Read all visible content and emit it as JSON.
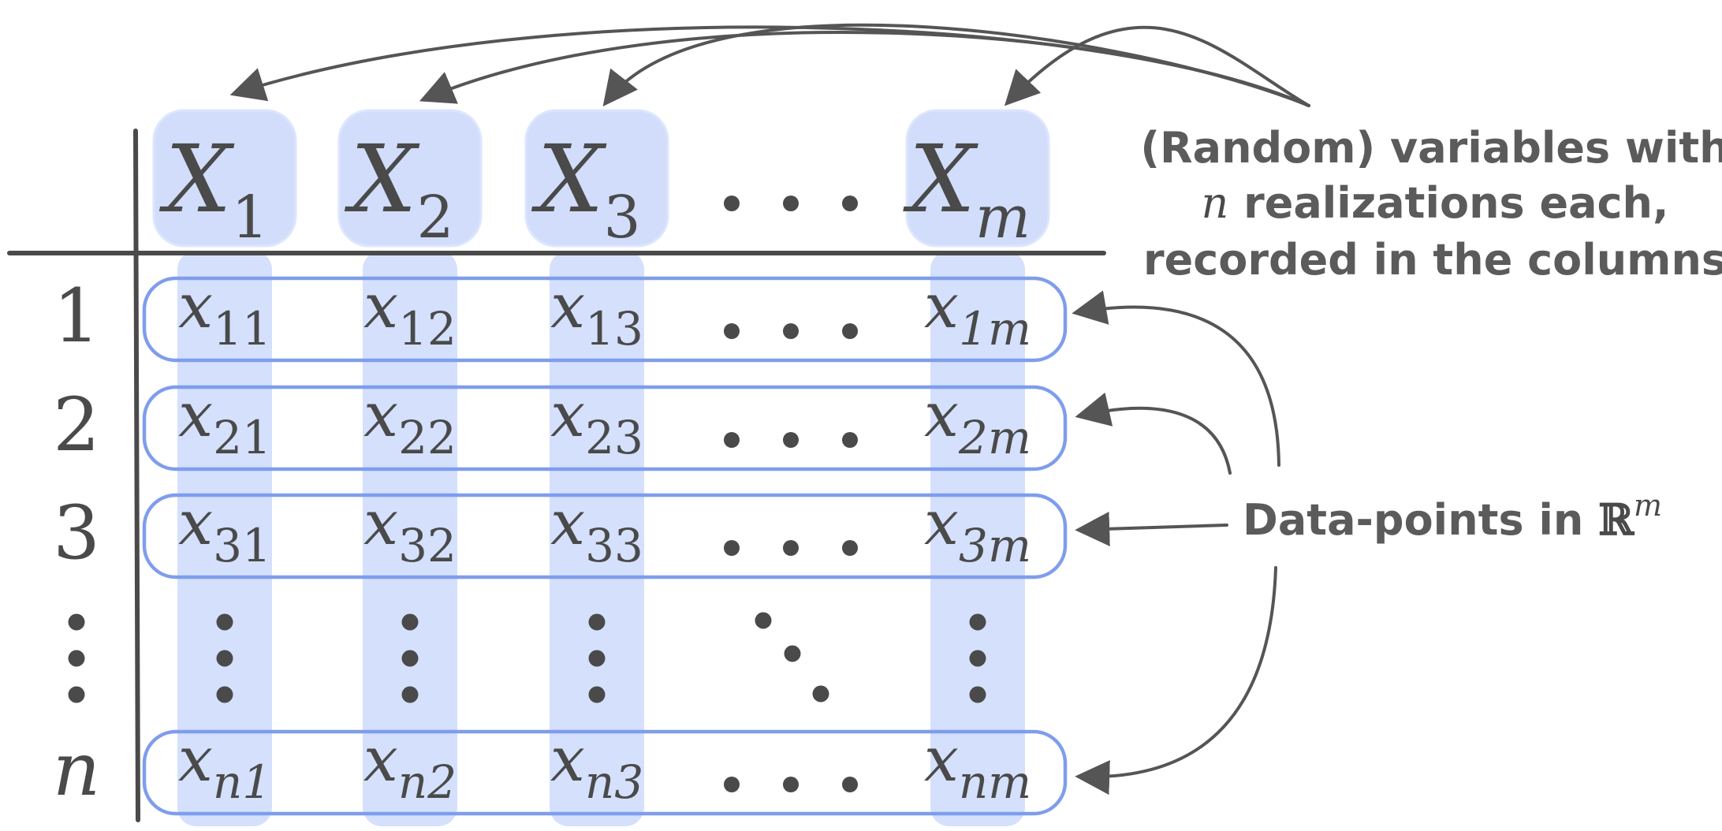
{
  "colors": {
    "column_fill": "#c5d6fb",
    "header_fill": "#c9d8fb",
    "row_outline": "#7f9dec",
    "ink": "#4a4a4a",
    "arrow": "#555555"
  },
  "headers": [
    {
      "base": "X",
      "sub": "1"
    },
    {
      "base": "X",
      "sub": "2"
    },
    {
      "base": "X",
      "sub": "3"
    },
    {
      "base": "",
      "sub": "",
      "dots": "hdots"
    },
    {
      "base": "X",
      "sub": "m"
    }
  ],
  "row_labels": [
    "1",
    "2",
    "3",
    "⋮",
    "n"
  ],
  "rows": [
    [
      {
        "base": "x",
        "sub": "11"
      },
      {
        "base": "x",
        "sub": "12"
      },
      {
        "base": "x",
        "sub": "13"
      },
      {
        "dots": "hdots"
      },
      {
        "base": "x",
        "sub": "1m"
      }
    ],
    [
      {
        "base": "x",
        "sub": "21"
      },
      {
        "base": "x",
        "sub": "22"
      },
      {
        "base": "x",
        "sub": "23"
      },
      {
        "dots": "hdots"
      },
      {
        "base": "x",
        "sub": "2m"
      }
    ],
    [
      {
        "base": "x",
        "sub": "31"
      },
      {
        "base": "x",
        "sub": "32"
      },
      {
        "base": "x",
        "sub": "33"
      },
      {
        "dots": "hdots"
      },
      {
        "base": "x",
        "sub": "3m"
      }
    ],
    [
      {
        "dots": "vdots"
      },
      {
        "dots": "vdots"
      },
      {
        "dots": "vdots"
      },
      {
        "dots": "ddots"
      },
      {
        "dots": "vdots"
      }
    ],
    [
      {
        "base": "x",
        "sub": "n1"
      },
      {
        "base": "x",
        "sub": "n2"
      },
      {
        "base": "x",
        "sub": "n3"
      },
      {
        "dots": "hdots"
      },
      {
        "base": "x",
        "sub": "nm"
      }
    ]
  ],
  "annotations": {
    "variables": {
      "line1": "(Random) variables with",
      "line2_var": "n",
      "line2_rest": " realizations each,",
      "line3": "recorded in the columns"
    },
    "datapoints": {
      "text": "Data-points in ",
      "symbol": "ℝ",
      "power": "m"
    }
  }
}
